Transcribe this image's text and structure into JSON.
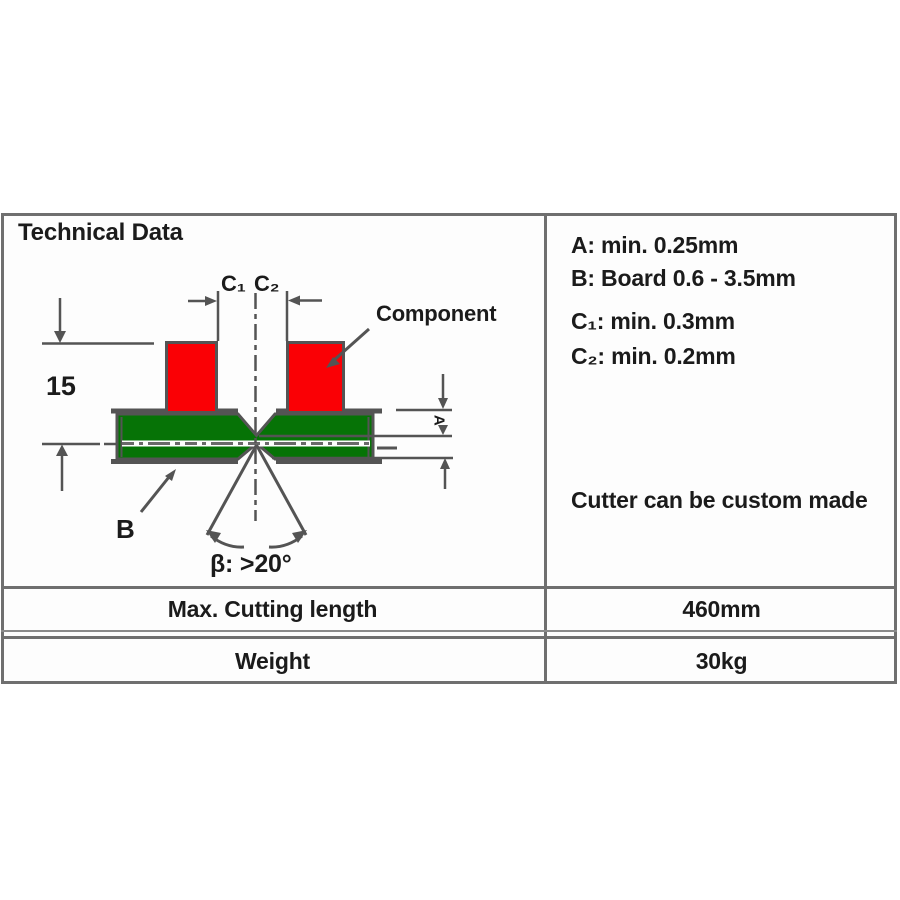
{
  "sheet": {
    "title": "Technical Data",
    "specs": {
      "a": "A: min. 0.25mm",
      "b": "B: Board 0.6 - 3.5mm",
      "c1": "C₁: min. 0.3mm",
      "c2": "C₂: min. 0.2mm",
      "note": "Cutter can be custom made"
    },
    "rows": [
      {
        "label": "Max. Cutting length",
        "value": "460mm"
      },
      {
        "label": "Weight",
        "value": "30kg"
      }
    ]
  },
  "diagram": {
    "labels": {
      "c1": "C₁",
      "c2": "C₂",
      "component": "Component",
      "component_height": "15",
      "board": "B",
      "cut_angle": "β: >20°",
      "web": "A"
    },
    "colors": {
      "board_green": "#067306",
      "component_red": "#fa0005",
      "line_gray": "#545454"
    }
  }
}
